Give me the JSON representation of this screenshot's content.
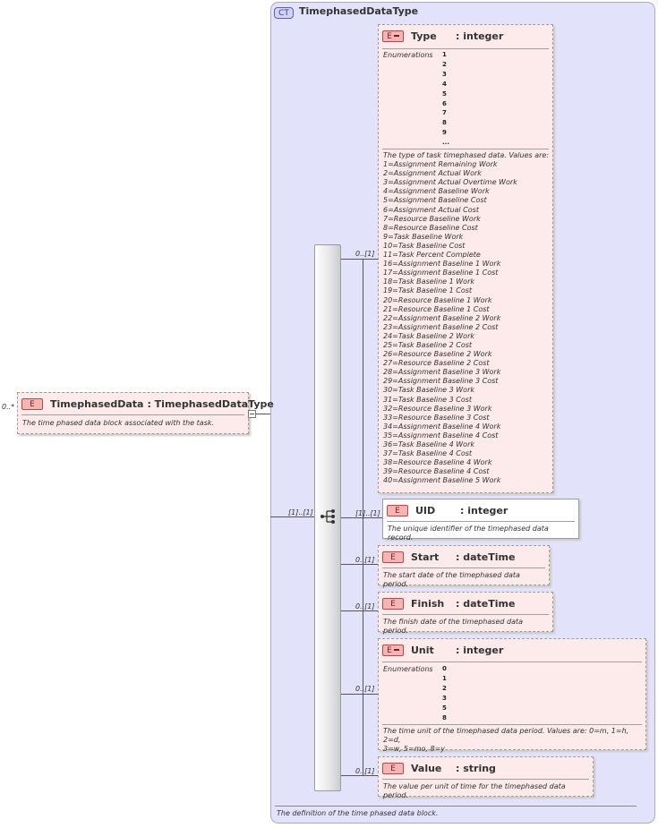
{
  "root": {
    "cardinality": "0..*",
    "badge": "E",
    "name": "TimephasedData",
    "type": ": TimephasedDataType",
    "doc": "The time phased data block associated with the task."
  },
  "complex_type": {
    "badge": "CT",
    "title": "TimephasedDataType",
    "doc": "The definition of the time phased data block."
  },
  "sequence": {
    "cardinality_in": "[1]..[1]",
    "cardinality_out": "[1]..[1]",
    "icon": "sequence-icon"
  },
  "elements": {
    "type": {
      "cardinality": "0..[1]",
      "badge": "E",
      "name": "Type",
      "type": ": integer",
      "enum_label": "Enumerations",
      "enum_values": [
        "1",
        "2",
        "3",
        "4",
        "5",
        "6",
        "7",
        "8",
        "9",
        "..."
      ],
      "doc_lines": [
        "The type of task timephased data. Values are:",
        "1=Assignment Remaining Work",
        "2=Assignment Actual Work",
        "3=Assignment Actual Overtime Work",
        "4=Assignment Baseline Work",
        "5=Assignment Baseline Cost",
        "6=Assignment Actual Cost",
        "7=Resource Baseline Work",
        "8=Resource Baseline Cost",
        "9=Task Baseline Work",
        "10=Task Baseline Cost",
        "11=Task Percent Complete",
        "16=Assignment Baseline 1 Work",
        "17=Assignment Baseline 1 Cost",
        "18=Task Baseline 1 Work",
        "19=Task Baseline 1 Cost",
        "20=Resource Baseline 1 Work",
        "21=Resource Baseline 1 Cost",
        "22=Assignment Baseline 2 Work",
        "23=Assignment Baseline 2 Cost",
        "24=Task Baseline 2 Work",
        "25=Task Baseline 2 Cost",
        "26=Resource Baseline 2 Work",
        "27=Resource Baseline 2 Cost",
        "28=Assignment Baseline 3 Work",
        "29=Assignment Baseline 3 Cost",
        "30=Task Baseline 3 Work",
        "31=Task Baseline 3 Cost",
        "32=Resource Baseline 3 Work",
        "33=Resource Baseline 3 Cost",
        "34=Assignment Baseline 4 Work",
        "35=Assignment Baseline 4 Cost",
        "36=Task Baseline 4 Work",
        "37=Task Baseline 4 Cost",
        "38=Resource Baseline 4 Work",
        "39=Resource Baseline 4 Cost",
        "40=Assignment Baseline 5 Work"
      ]
    },
    "uid": {
      "cardinality": "[1]..[1]",
      "badge": "E",
      "name": "UID",
      "type": ": integer",
      "doc": "The unique identifier of the timephased data record."
    },
    "start": {
      "cardinality": "0..[1]",
      "badge": "E",
      "name": "Start",
      "type": ": dateTime",
      "doc": "The start date of the timephased data period."
    },
    "finish": {
      "cardinality": "0..[1]",
      "badge": "E",
      "name": "Finish",
      "type": ": dateTime",
      "doc": "The finish date of the timephased data period."
    },
    "unit": {
      "cardinality": "0..[1]",
      "badge": "E",
      "name": "Unit",
      "type": ": integer",
      "enum_label": "Enumerations",
      "enum_values": [
        "0",
        "1",
        "2",
        "3",
        "5",
        "8"
      ],
      "doc_lines": [
        "The time unit of the timephased data period. Values are: 0=m, 1=h, 2=d,",
        "3=w, 5=mo, 8=y"
      ]
    },
    "value": {
      "cardinality": "0..[1]",
      "badge": "E",
      "name": "Value",
      "type": ": string",
      "doc": "The value per unit of time for the timephased data period."
    }
  }
}
